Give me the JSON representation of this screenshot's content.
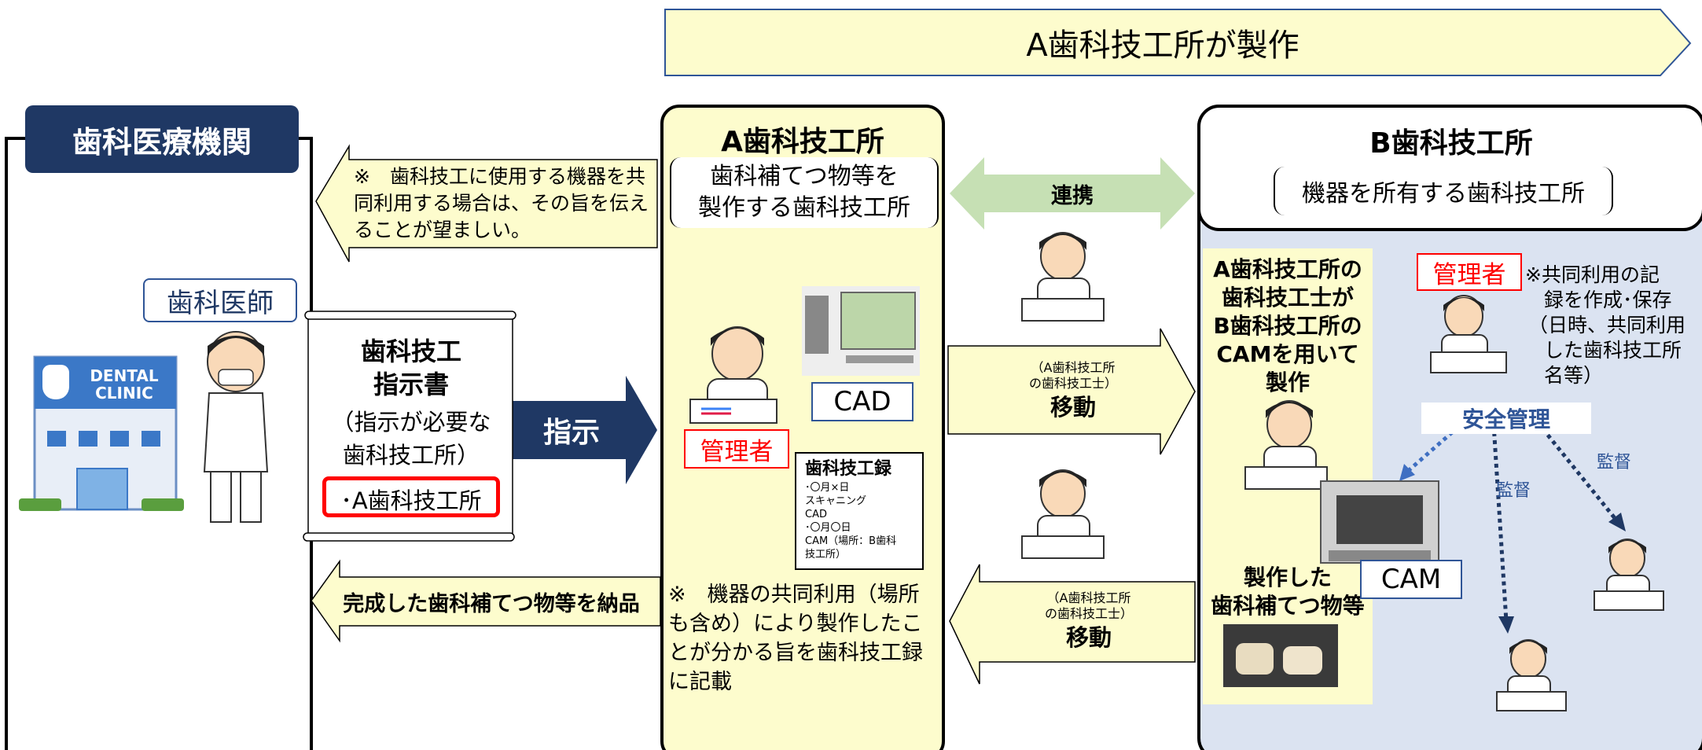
{
  "banner": {
    "text": "A歯科技工所が製作"
  },
  "clinic": {
    "title": "歯科医療機関",
    "dentist_label": "歯科医師",
    "logo_line1": "DENTAL",
    "logo_line2": "CLINIC"
  },
  "note_top": {
    "text": "※　歯科技工に使用する機器を共同利用する場合は、その旨を伝えることが望ましい。"
  },
  "scroll": {
    "title_line1": "歯科技工",
    "title_line2": "指示書",
    "sub_line1": "（指示が必要な",
    "sub_line2": "歯科技工所）",
    "target": "･A歯科技工所"
  },
  "arrow_instruction": {
    "text": "指示"
  },
  "arrow_delivery": {
    "text": "完成した歯科補てつ物等を納品"
  },
  "lab_a": {
    "title": "A歯科技工所",
    "sub_line1": "歯科補てつ物等を",
    "sub_line2": "製作する歯科技工所",
    "manager": "管理者",
    "cad": "CAD",
    "record_title": "歯科技工録",
    "record_lines": [
      "･〇月×日",
      "スキャニング",
      "CAD",
      "･〇月〇日",
      "CAM（場所：B歯科",
      "技工所）"
    ],
    "note": "※　機器の共同利用（場所も含め）により製作したことが分かる旨を歯科技工録に記載"
  },
  "link": {
    "text": "連携"
  },
  "move_right": {
    "small_line1": "（A歯科技工所",
    "small_line2": "の歯科技工士）",
    "label": "移動"
  },
  "move_left": {
    "small_line1": "（A歯科技工所",
    "small_line2": "の歯科技工士）",
    "label": "移動"
  },
  "lab_b": {
    "title": "B歯科技工所",
    "subtitle": "機器を所有する歯科技工所",
    "yellow_text": [
      "A歯科技工所の",
      "歯科技工士が",
      "B歯科技工所の",
      "CAMを用いて",
      "製作"
    ],
    "product_label_line1": "製作した",
    "product_label_line2": "歯科補てつ物等",
    "cam": "CAM",
    "manager": "管理者",
    "manager_note": [
      "※共同利用の記",
      "録を作成･保存",
      "（日時、共同利用",
      "した歯科技工所",
      "名等）"
    ],
    "safety": "安全管理",
    "supervise1": "監督",
    "supervise2": "監督"
  },
  "colors": {
    "navy": "#1f3864",
    "yellow": "#fdfccd",
    "green": "#c6e0b4",
    "lightblue": "#dbe3f1",
    "red": "#ff0000",
    "blue_text": "#2f5597"
  }
}
